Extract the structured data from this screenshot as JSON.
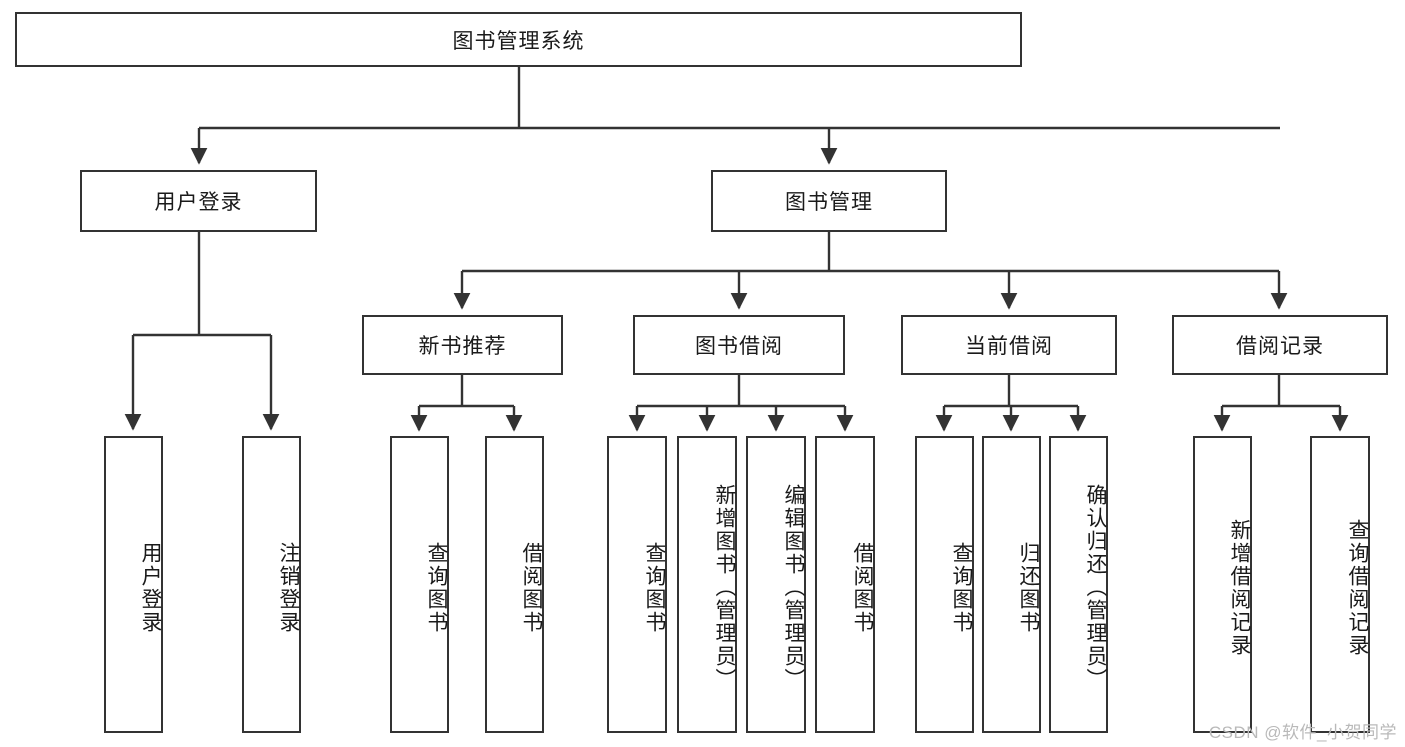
{
  "diagram": {
    "title": "图书管理系统",
    "stroke_color": "#333333",
    "box_fill": "#ffffff",
    "text_color": "#1a1a1a",
    "root": {
      "label": "图书管理系统",
      "children": [
        {
          "label": "用户登录",
          "children": [
            {
              "label": "用户登录"
            },
            {
              "label": "注销登录"
            }
          ]
        },
        {
          "label": "图书管理",
          "children": [
            {
              "label": "新书推荐",
              "children": [
                {
                  "label": "查询图书"
                },
                {
                  "label": "借阅图书"
                }
              ]
            },
            {
              "label": "图书借阅",
              "children": [
                {
                  "label": "查询图书"
                },
                {
                  "label": "新增图书（管理员）"
                },
                {
                  "label": "编辑图书（管理员）"
                },
                {
                  "label": "借阅图书"
                }
              ]
            },
            {
              "label": "当前借阅",
              "children": [
                {
                  "label": "查询图书"
                },
                {
                  "label": "归还图书"
                },
                {
                  "label": "确认归还（管理员）"
                }
              ]
            },
            {
              "label": "借阅记录",
              "children": [
                {
                  "label": "新增借阅记录"
                },
                {
                  "label": "查询借阅记录"
                }
              ]
            }
          ]
        }
      ]
    },
    "watermark": "CSDN @软件_小贺同学"
  }
}
